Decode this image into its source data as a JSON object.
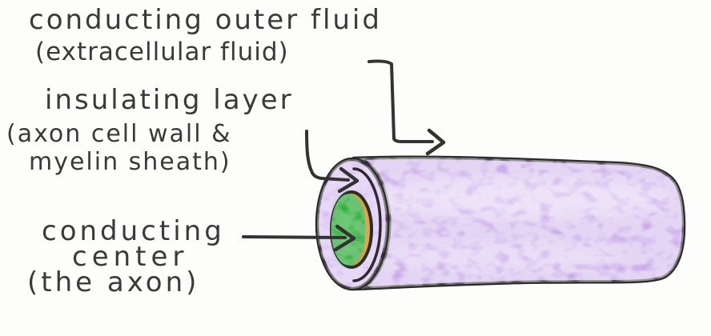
{
  "diagram": {
    "subject": "axon cross-section cylinder",
    "labels": {
      "outer_fluid": {
        "line1": "conducting outer fluid",
        "line2": "(extracellular fluid)"
      },
      "insulating_layer": {
        "line1": "insulating layer",
        "line2": "(axon cell wall &",
        "line3": "myelin sheath)"
      },
      "conducting_center": {
        "line1": "conducting",
        "line2": "center",
        "line3": "(the axon)"
      }
    },
    "icons": [
      "right-arrow-icon (outer fluid pointer)",
      "right-arrow-icon (insulating layer pointer)",
      "right-arrow-icon (conducting center pointer)"
    ]
  },
  "colors": {
    "background": "#fdfdfb",
    "text": "#3a3a3a",
    "ink": "#333333",
    "outline": "#2b2b2b",
    "body_lavender": "#cbace9",
    "body_light": "#eadcf8",
    "face_lavender": "#d9bef2",
    "core_green": "#31b13a",
    "core_green_dark": "#1d9030",
    "core_orange": "#dca84e"
  }
}
